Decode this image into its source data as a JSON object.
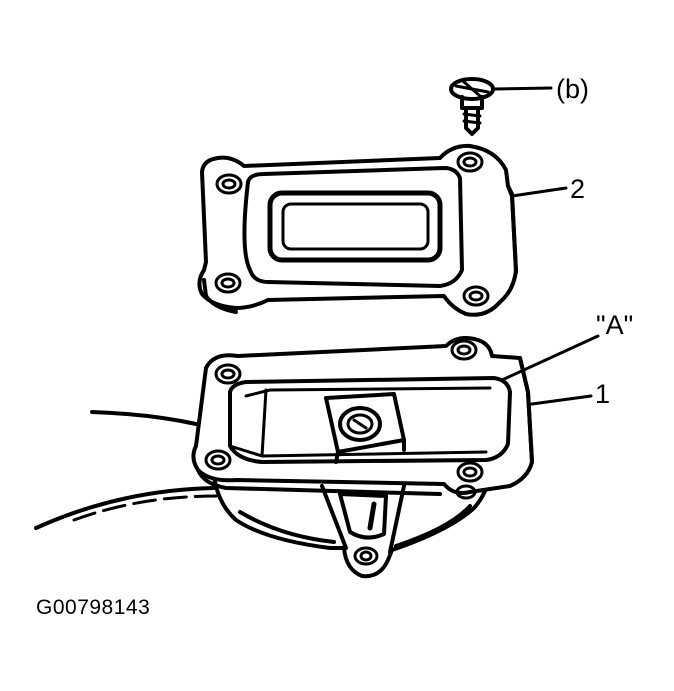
{
  "callouts": {
    "screw": "(b)",
    "cover": "2",
    "area": "\"A\"",
    "housing": "1"
  },
  "figure_id": "G00798143"
}
